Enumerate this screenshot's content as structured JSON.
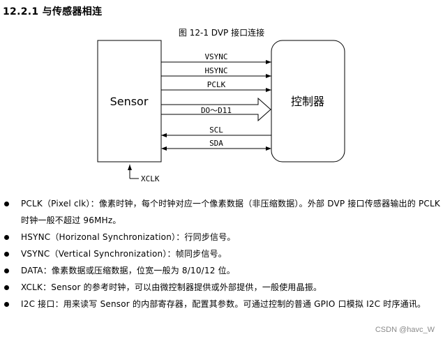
{
  "section": {
    "heading": "12.2.1 与传感器相连"
  },
  "figure": {
    "caption": "图 12-1 DVP 接口连接",
    "sensor_label": "Sensor",
    "controller_label": "控制器",
    "signals": [
      "VSYNC",
      "HSYNC",
      "PCLK",
      "DO～D11",
      "SCL",
      "SDA"
    ],
    "xclk_label": "XCLK"
  },
  "bullets": [
    "PCLK（Pixel clk）：像素时钟，每个时钟对应一个像素数据（非压缩数据）。外部 DVP 接口传感器输出的 PCLK 时钟一般不超过 96MHz。",
    "HSYNC（Horizonal Synchronization）：行同步信号。",
    "VSYNC（Vertical Synchronization）：帧同步信号。",
    "DATA：像素数据或压缩数据，位宽一般为 8/10/12 位。",
    "XCLK：Sensor 的参考时钟，可以由微控制器提供或外部提供，一般使用晶振。",
    "I2C 接口：用来读写 Sensor 的内部寄存器，配置其参数。可通过控制的普通 GPIO 口模拟 I2C 时序通讯。"
  ],
  "watermark": "CSDN @havc_W"
}
